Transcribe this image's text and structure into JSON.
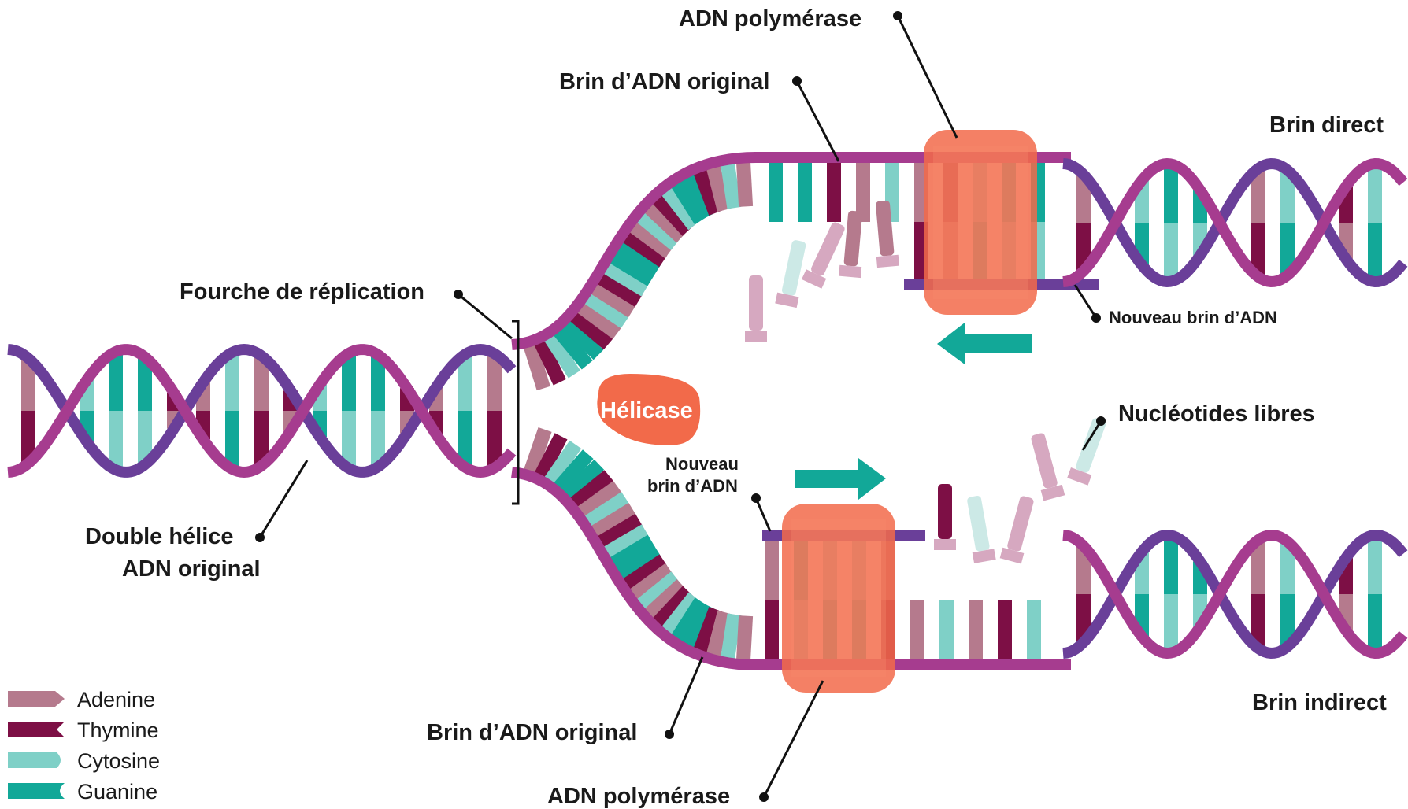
{
  "colors": {
    "backbone": "#a63c8f",
    "backbone_dark": "#6a3f99",
    "adenine": "#b57a8d",
    "thymine": "#7d0f45",
    "cytosine": "#7fd0c7",
    "guanine": "#12a898",
    "enzyme": "#f26a4a",
    "enzyme_light": "#f7896c",
    "arrow": "#12a898",
    "free_adenine": "#d6a8c0",
    "free_cytosine": "#cce9e6"
  },
  "labels": {
    "polymerase_top": "ADN polymérase",
    "original_top": "Brin d’ADN original",
    "direct": "Brin direct",
    "fork": "Fourche de réplication",
    "new_strand_top": "Nouveau brin d’ADN",
    "helicase": "Hélicase",
    "free_nucleotides": "Nucléotides libres",
    "new_strand_bottom_1": "Nouveau",
    "new_strand_bottom_2": "brin d’ADN",
    "double_helix_1": "Double hélice",
    "double_helix_2": "ADN original",
    "indirect": "Brin indirect",
    "original_bottom": "Brin d’ADN original",
    "polymerase_bottom": "ADN polymérase"
  },
  "legend": [
    {
      "name": "Adenine",
      "color_key": "adenine",
      "shape": "arrow"
    },
    {
      "name": "Thymine",
      "color_key": "thymine",
      "shape": "notch"
    },
    {
      "name": "Cytosine",
      "color_key": "cytosine",
      "shape": "round"
    },
    {
      "name": "Guanine",
      "color_key": "guanine",
      "shape": "cup"
    }
  ]
}
